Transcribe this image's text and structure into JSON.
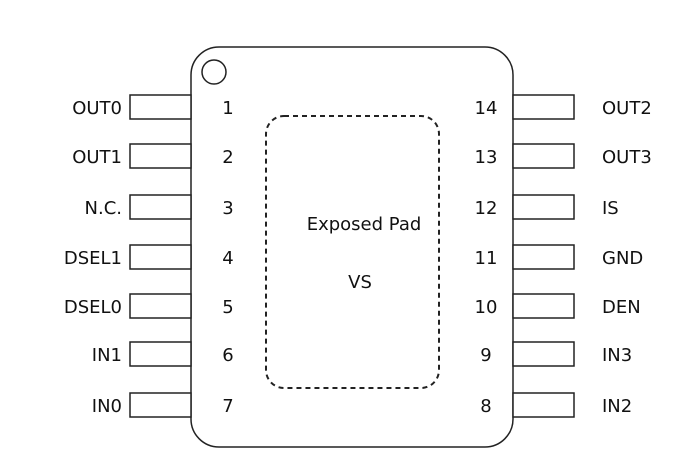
{
  "package": {
    "exposed_pad_label": "Exposed Pad",
    "exposed_pad_net": "VS"
  },
  "pins_left": [
    {
      "number": "1",
      "name": "OUT0"
    },
    {
      "number": "2",
      "name": "OUT1"
    },
    {
      "number": "3",
      "name": "N.C."
    },
    {
      "number": "4",
      "name": "DSEL1"
    },
    {
      "number": "5",
      "name": "DSEL0"
    },
    {
      "number": "6",
      "name": "IN1"
    },
    {
      "number": "7",
      "name": "IN0"
    }
  ],
  "pins_right": [
    {
      "number": "14",
      "name": "OUT2"
    },
    {
      "number": "13",
      "name": "OUT3"
    },
    {
      "number": "12",
      "name": "IS"
    },
    {
      "number": "11",
      "name": "GND"
    },
    {
      "number": "10",
      "name": "DEN"
    },
    {
      "number": "9",
      "name": "IN3"
    },
    {
      "number": "8",
      "name": "IN2"
    }
  ]
}
